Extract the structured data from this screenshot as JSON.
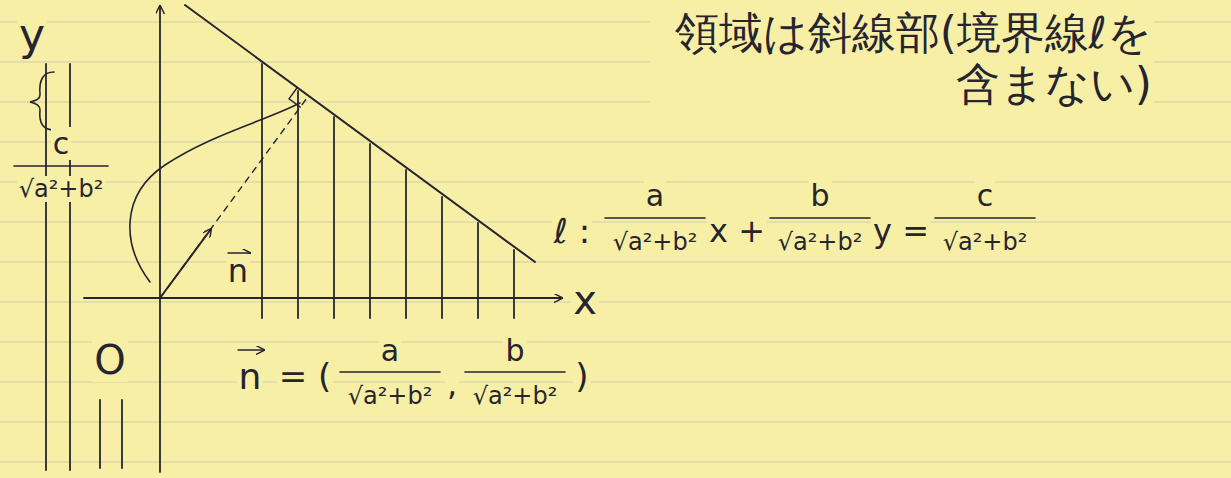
{
  "diagram": {
    "labels": [
      "y",
      "x",
      "O",
      "n",
      "c",
      "√a²+b²",
      "領域は斜線部(境界線ℓを含まない)",
      "ℓ :",
      "a",
      "√a²+b²",
      "x +",
      "b",
      "√a²+b²",
      "y =",
      "c",
      "√a²+b²",
      "n",
      "= (",
      "a",
      "√a²+b²",
      ",",
      "b",
      "√a²+b²",
      ")"
    ]
  }
}
